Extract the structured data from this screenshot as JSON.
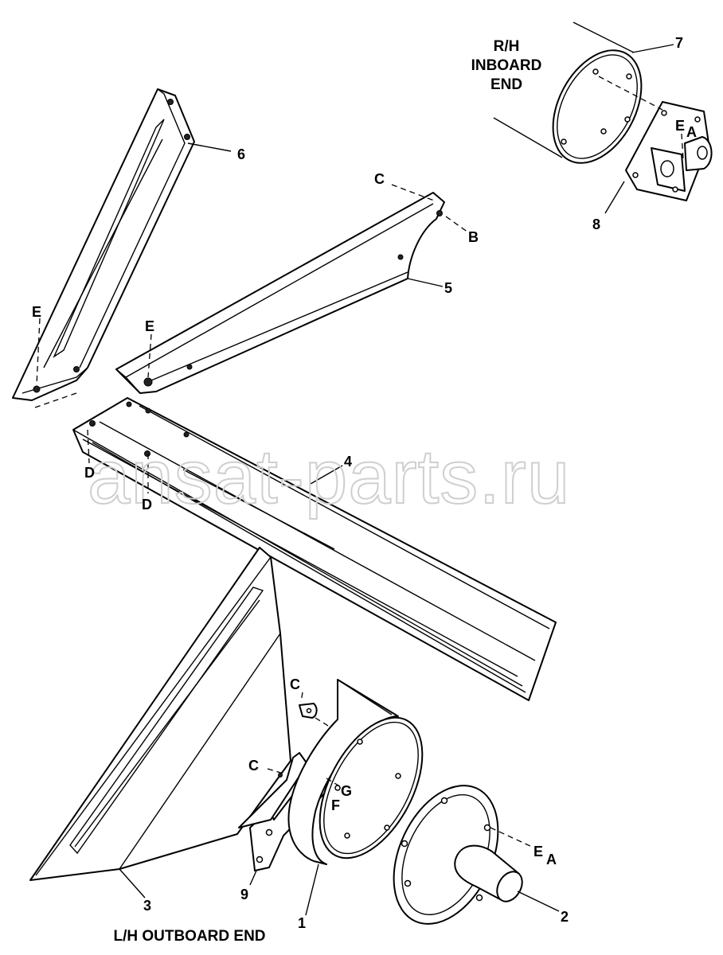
{
  "watermark": "ansat-parts.ru",
  "captions": {
    "rh_line1": "R/H",
    "rh_line2": "INBOARD",
    "rh_line3": "END",
    "lh": "L/H OUTBOARD END"
  },
  "callouts": {
    "part1": "1",
    "part2": "2",
    "part3": "3",
    "part4": "4",
    "part5": "5",
    "part6": "6",
    "part7": "7",
    "part8": "8",
    "part9": "9",
    "ref_a_top": "A",
    "ref_a_bottom": "A",
    "ref_b": "B",
    "ref_c_top": "C",
    "ref_c_mid": "C",
    "ref_c_low": "C",
    "ref_d_left": "D",
    "ref_d_right": "D",
    "ref_e_top": "E",
    "ref_e_left": "E",
    "ref_e_mid": "E",
    "ref_e_bottom": "E",
    "ref_f": "F",
    "ref_g": "G"
  }
}
